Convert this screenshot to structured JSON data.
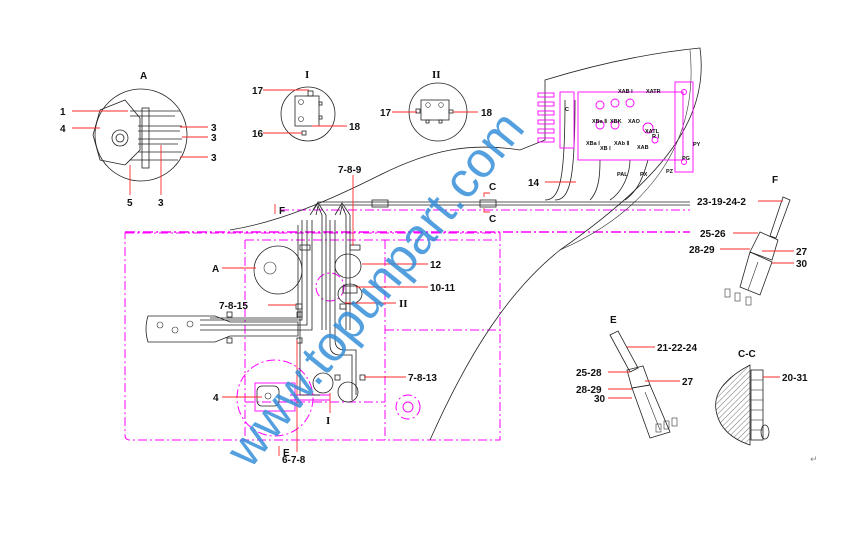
{
  "diagram": {
    "title": "Pilot control line layout (excavator cab)",
    "colors": {
      "outline": "#222222",
      "construction": "#ff00ff",
      "leader": "#ff2a2a",
      "watermark": "#2e8bd8"
    },
    "views": {
      "A": {
        "title": "A",
        "callouts": [
          "1",
          "4",
          "3",
          "3",
          "3",
          "5",
          "3"
        ]
      },
      "I": {
        "title": "I",
        "callouts": [
          "17",
          "16",
          "18"
        ]
      },
      "II": {
        "title": "II",
        "callouts": [
          "17",
          "18"
        ]
      },
      "F": {
        "title": "F",
        "callouts": [
          "23-19-24-2",
          "25-26",
          "28-29",
          "27",
          "30"
        ]
      },
      "E": {
        "title": "E",
        "callouts": [
          "21-22-24",
          "25-28",
          "28-29",
          "27",
          "30"
        ]
      },
      "CC": {
        "title": "C-C",
        "callouts": [
          "20-31"
        ]
      }
    },
    "main_view": {
      "callouts": [
        "7-8-9",
        "14",
        "A",
        "12",
        "10-11",
        "II",
        "7-8-15",
        "7-8-13",
        "4",
        "I",
        "6-7-8"
      ],
      "section_marks": [
        "C",
        "C"
      ],
      "view_arrows": [
        "F",
        "E"
      ],
      "valve_ports": [
        "XAB I",
        "XATR",
        "XBa Ⅱ",
        "XBK",
        "XAO",
        "XATL",
        "XBa Ⅰ",
        "XAb Ⅱ",
        "XAB",
        "R Ⅰ",
        "XB Ⅰ",
        "PY",
        "PAL",
        "PX",
        "PZ",
        "PG",
        "C"
      ]
    },
    "watermark": "www.topunpart.com",
    "return_mark": "↵"
  }
}
